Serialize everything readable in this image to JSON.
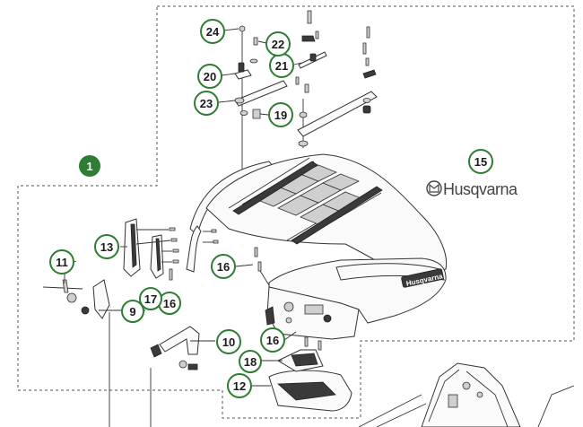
{
  "brand": {
    "logo_text": "Husqvarna"
  },
  "callouts": [
    {
      "id": "1",
      "label": "1"
    },
    {
      "id": "9",
      "label": "9"
    },
    {
      "id": "10",
      "label": "10"
    },
    {
      "id": "11",
      "label": "11"
    },
    {
      "id": "12",
      "label": "12"
    },
    {
      "id": "13",
      "label": "13"
    },
    {
      "id": "15",
      "label": "15"
    },
    {
      "id": "16a",
      "label": "16"
    },
    {
      "id": "16b",
      "label": "16"
    },
    {
      "id": "16c",
      "label": "16"
    },
    {
      "id": "17",
      "label": "17"
    },
    {
      "id": "18",
      "label": "18"
    },
    {
      "id": "19",
      "label": "19"
    },
    {
      "id": "20",
      "label": "20"
    },
    {
      "id": "21",
      "label": "21"
    },
    {
      "id": "22",
      "label": "22"
    },
    {
      "id": "23",
      "label": "23"
    },
    {
      "id": "24",
      "label": "24"
    }
  ],
  "colors": {
    "callout_ring": "#2e7d32",
    "assembly_marker": "#2e7d32"
  }
}
